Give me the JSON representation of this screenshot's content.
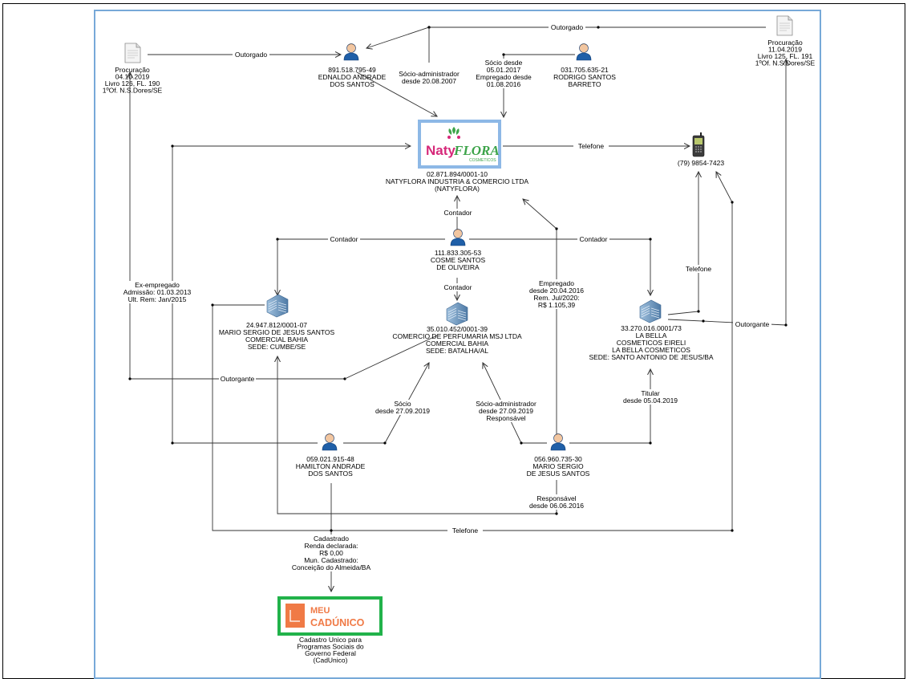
{
  "nodes": {
    "proc1": {
      "lines": [
        "Procuração",
        "04.10.2019",
        "Livro 126, FL. 190",
        "1ºOf. N.S.Dores/SE"
      ]
    },
    "proc2": {
      "lines": [
        "Procuração",
        "11.04.2019",
        "Livro 125, FL. 191",
        "1ºOf. N.S.Dores/SE"
      ]
    },
    "ednaldo": {
      "lines": [
        "891.518.795-49",
        "EDNALDO ANDRADE",
        "DOS SANTOS"
      ]
    },
    "rodrigo": {
      "lines": [
        "031.705.635-21",
        "RODRIGO SANTOS",
        "BARRETO"
      ]
    },
    "natyflora": {
      "lines": [
        "02.871.894/0001-10",
        "NATYFLORA INDUSTRIA & COMERCIO LTDA",
        "(NATYFLORA)"
      ],
      "logo": {
        "naty": "Naty",
        "flora": "FLORA",
        "sub": "COSMETICOS"
      }
    },
    "phone": {
      "lines": [
        "(79) 9854-7423"
      ]
    },
    "cosme": {
      "lines": [
        "111.833.305-53",
        "COSME SANTOS",
        "DE OLIVEIRA"
      ]
    },
    "mario_ltda": {
      "lines": [
        "24.947.812/0001-07",
        "MARIO SERGIO DE JESUS SANTOS",
        "COMERCIAL BAHIA",
        "SEDE: CUMBE/SE"
      ]
    },
    "perfumaria": {
      "lines": [
        "35.010.452/0001-39",
        "COMERCIO DE PERFUMARIA MSJ LTDA",
        "COMERCIAL BAHIA",
        "SEDE: BATALHA/AL"
      ]
    },
    "labella": {
      "lines": [
        "33.270.016.0001/73",
        "LA BELLA",
        "COSMETICOS EIRELI",
        "LA BELLA COSMETICOS",
        "SEDE: SANTO ANTONIO DE JESUS/BA"
      ]
    },
    "hamilton": {
      "lines": [
        "059.021.915-48",
        "HAMILTON ANDRADE",
        "DOS SANTOS"
      ]
    },
    "mario": {
      "lines": [
        "056.960.735-30",
        "MARIO SERGIO",
        "DE JESUS SANTOS"
      ]
    },
    "cadunico": {
      "lines": [
        "Cadastro Unico para",
        "Programas Sociais do",
        "Governo Federal",
        "(CadUnico)"
      ],
      "logo": {
        "line1": "MEU",
        "line2": "CADÚNICO"
      }
    }
  },
  "edge_labels": {
    "outorgado1": [
      "Outorgado"
    ],
    "outorgado2": [
      "Outorgado"
    ],
    "socio_adm_ednaldo": [
      "Sócio-administrador",
      "desde 20.08.2007"
    ],
    "socio_rodrigo": [
      "Sócio desde",
      "05.01.2017",
      "Empregado desde",
      "01.08.2016"
    ],
    "telefone1": [
      "Telefone"
    ],
    "contador1": [
      "Contador"
    ],
    "contador2": [
      "Contador"
    ],
    "contador3": [
      "Contador"
    ],
    "contador4": [
      "Contador"
    ],
    "telefone2": [
      "Telefone"
    ],
    "ex_empregado": [
      "Ex-empregado",
      "Admissão: 01.03.2013",
      "Ult. Rem: Jan/2015"
    ],
    "empregado": [
      "Empregado",
      "desde 20.04.2016",
      "Rem. Jul/2020:",
      "R$ 1.105,39"
    ],
    "outorgante1": [
      "Outorgante"
    ],
    "outorgante2": [
      "Outorgante"
    ],
    "socio_hamilton": [
      "Sócio",
      "desde 27.09.2019"
    ],
    "socio_adm_mario": [
      "Sócio-administrador",
      "desde 27.09.2019",
      "Responsável"
    ],
    "titular": [
      "Titular",
      "desde 05.04.2019"
    ],
    "responsavel": [
      "Responsável",
      "desde 06.06.2016"
    ],
    "telefone3": [
      "Telefone"
    ],
    "cadastrado": [
      "Cadastrado",
      "Renda declarada:",
      "R$ 0,00",
      "Mun. Cadastrado:",
      "Conceição do Almeida/BA"
    ]
  },
  "colors": {
    "frame": "#77a9d8",
    "person": "#1f5fa8",
    "building": "#5a86b0",
    "cad_green": "#21b24a",
    "cad_orange": "#f07a46",
    "naty_pink": "#d6297a",
    "naty_green": "#3da44a"
  }
}
